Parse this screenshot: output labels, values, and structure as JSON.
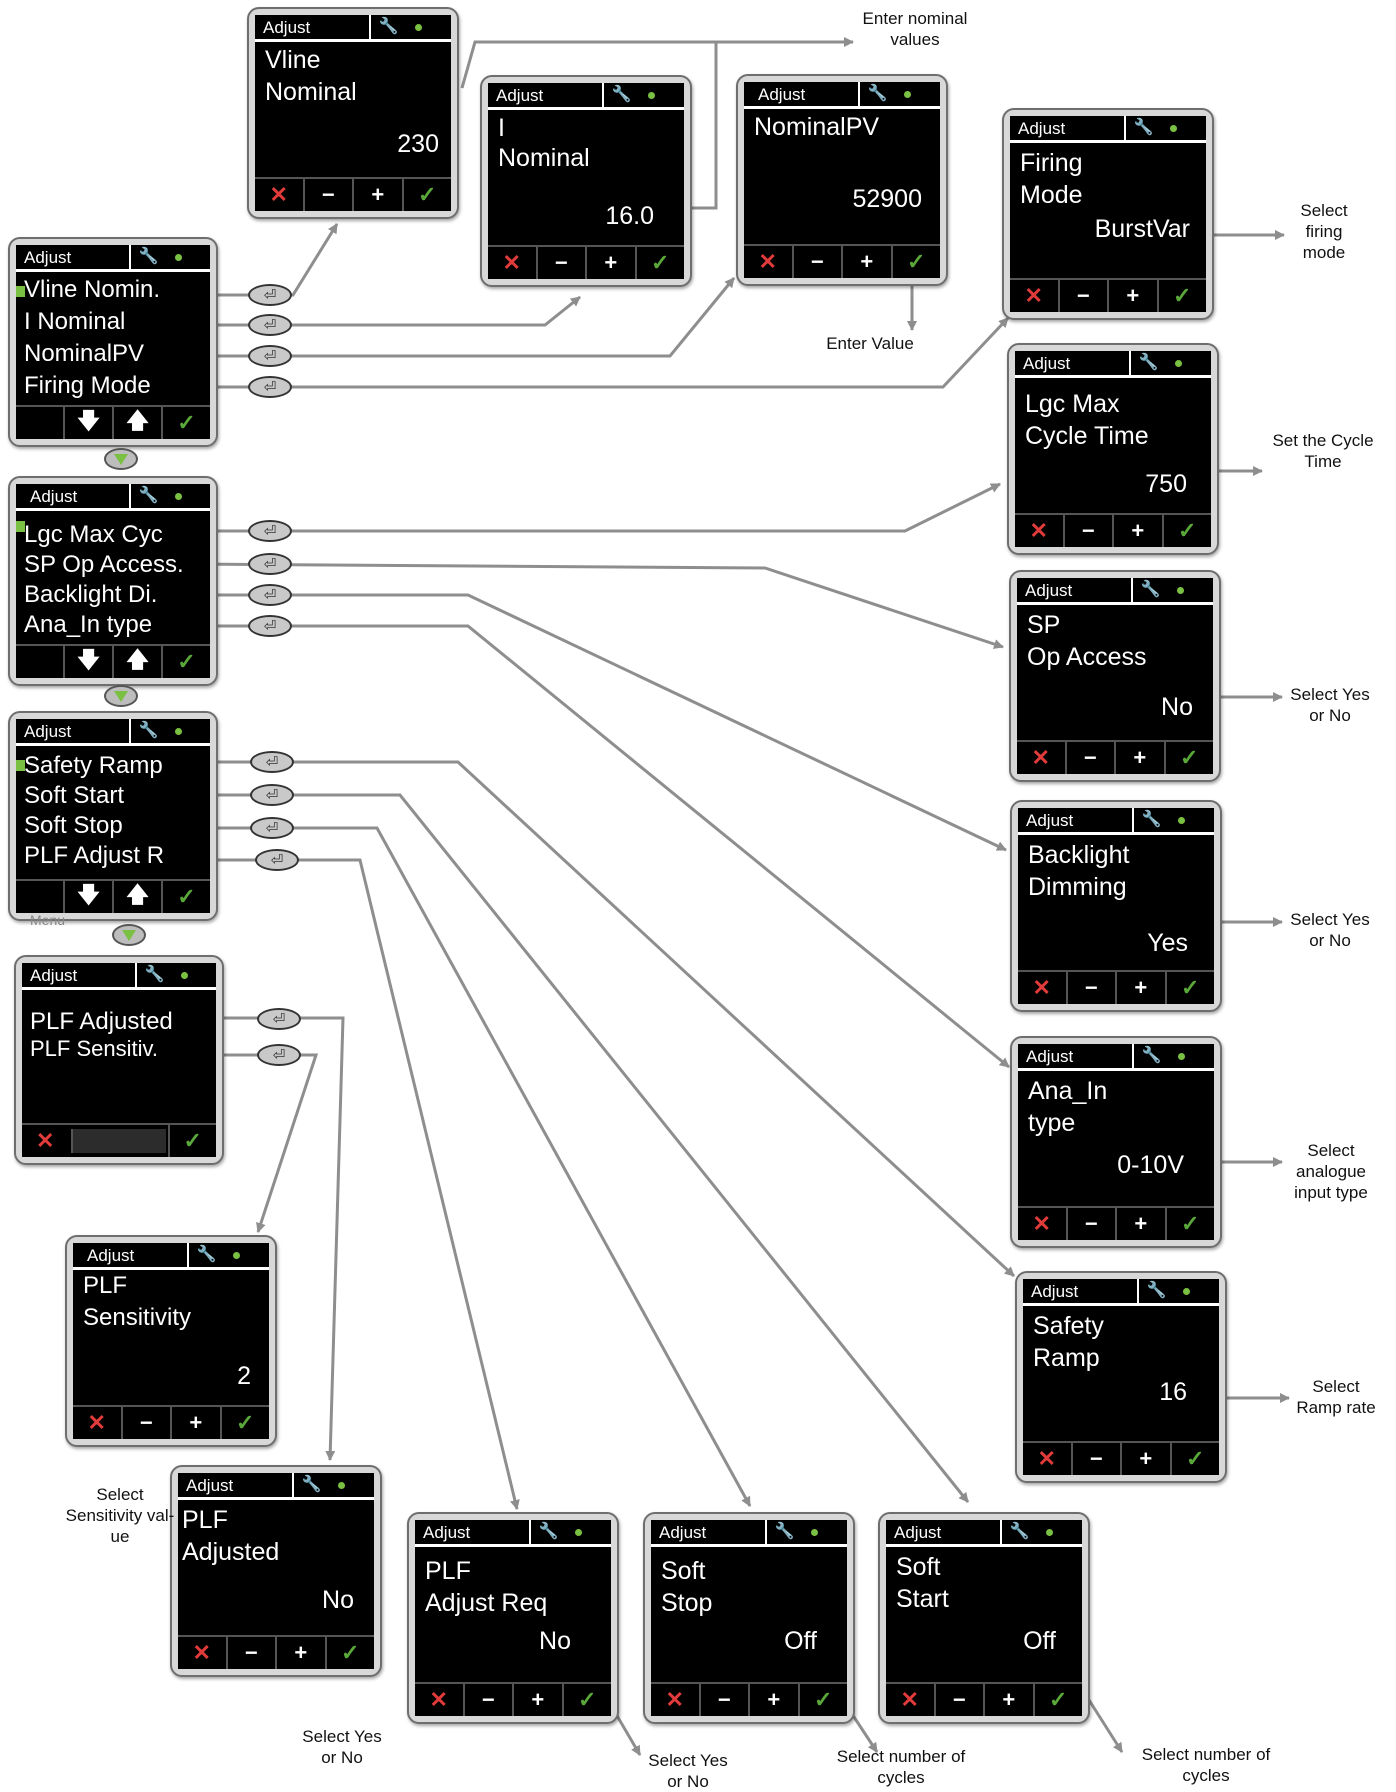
{
  "device_common": {
    "title": "Adjust",
    "wrench_icon": "🔧",
    "cancel_icon": "✕",
    "minus_icon": "−",
    "plus_icon": "+",
    "ok_icon": "✓",
    "down_icon": "🡇",
    "up_icon": "🡅",
    "enter_icon": "⏎",
    "accent_color": "#7ac143",
    "cancel_color": "#e23b3b"
  },
  "menus": [
    {
      "items": [
        "Vline Nomin.",
        "I Nominal",
        "NominalPV",
        "Firing Mode"
      ]
    },
    {
      "items": [
        "Lgc Max Cyc",
        "SP Op Access.",
        "Backlight Di.",
        "Ana_In type"
      ]
    },
    {
      "items": [
        "Safety Ramp",
        "Soft Start",
        "Soft Stop",
        "PLF Adjust R"
      ],
      "footer_caption": "Menu"
    },
    {
      "items": [
        "PLF Adjusted",
        "PLF Sensitiv."
      ]
    }
  ],
  "params": {
    "vline": {
      "label1": "Vline",
      "label2": "Nominal",
      "value": "230"
    },
    "inom": {
      "label1": "I",
      "label2": "Nominal",
      "value": "16.0"
    },
    "npv": {
      "label1": "NominalPV",
      "label2": "",
      "value": "52900"
    },
    "firing": {
      "label1": "Firing",
      "label2": "Mode",
      "value": "BurstVar"
    },
    "lgc": {
      "label1": "Lgc Max",
      "label2": "Cycle Time",
      "value": "750"
    },
    "sp": {
      "label1": "SP",
      "label2": "Op Access",
      "value": "No"
    },
    "backlight": {
      "label1": "Backlight",
      "label2": "Dimming",
      "value": "Yes"
    },
    "anain": {
      "label1": "Ana_In",
      "label2": "type",
      "value": "0-10V"
    },
    "safety": {
      "label1": "Safety",
      "label2": "Ramp",
      "value": "16"
    },
    "plfsens": {
      "label1": "PLF",
      "label2": "Sensitivity",
      "value": "2"
    },
    "plfadj": {
      "label1": "PLF",
      "label2": "Adjusted",
      "value": "No"
    },
    "plfreq": {
      "label1": "PLF",
      "label2": "Adjust Req",
      "value": "No"
    },
    "softstop": {
      "label1": "Soft",
      "label2": "Stop",
      "value": "Off"
    },
    "softstart": {
      "label1": "Soft",
      "label2": "Start",
      "value": "Off"
    }
  },
  "notes": {
    "enter_nominal": "Enter nominal values",
    "enter_value": "Enter Value",
    "select_firing": "Select firing mode",
    "set_cycle": "Set the Cycle Time",
    "sp_yes_no": "Select Yes or No",
    "backlight_yes_no": "Select Yes or No",
    "analogue": "Select analogue input type",
    "ramp_rate": "Select Ramp rate",
    "sensitivity": "Select Sensitivity val- ue",
    "plfadj_yes_no": "Select Yes or No",
    "plfreq_yes_no": "Select Yes or No",
    "softstop_cycles": "Select number of cycles",
    "softstart_cycles": "Select number of cycles"
  }
}
